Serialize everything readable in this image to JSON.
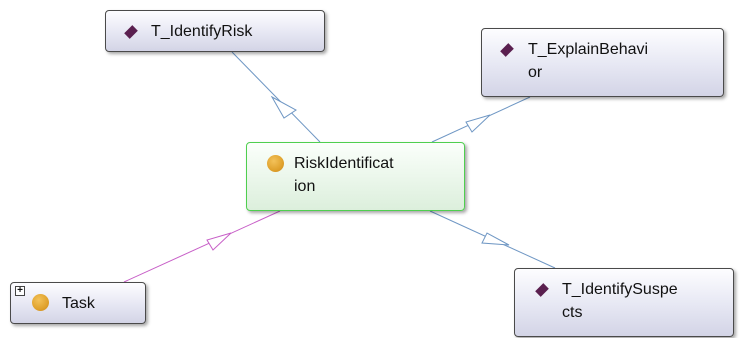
{
  "nodes": {
    "identify_risk": {
      "label": "T_IdentifyRisk",
      "kind": "individual"
    },
    "explain_behavior": {
      "label": "T_ExplainBehavi\nor",
      "kind": "individual"
    },
    "risk_identification": {
      "label": "RiskIdentificat\nion",
      "kind": "class",
      "selected": true
    },
    "task": {
      "label": "Task",
      "kind": "class",
      "expand_symbol": "+"
    },
    "identify_suspects": {
      "label": "T_IdentifySuspe\ncts",
      "kind": "individual"
    }
  },
  "edges": [
    {
      "from": "risk_identification",
      "to": "identify_risk",
      "type": "instance-of"
    },
    {
      "from": "risk_identification",
      "to": "explain_behavior",
      "type": "instance-of"
    },
    {
      "from": "risk_identification",
      "to": "identify_suspects",
      "type": "instance-of"
    },
    {
      "from": "risk_identification",
      "to": "task",
      "type": "subclass-of"
    }
  ],
  "colors": {
    "instance_edge": "#6f97c4",
    "subclass_edge": "#c75ec7",
    "selected_border": "#4fcf4f",
    "node_border": "#4a4a4a",
    "individual_icon": "#5a1f4f",
    "class_icon": "#e0a22d"
  }
}
